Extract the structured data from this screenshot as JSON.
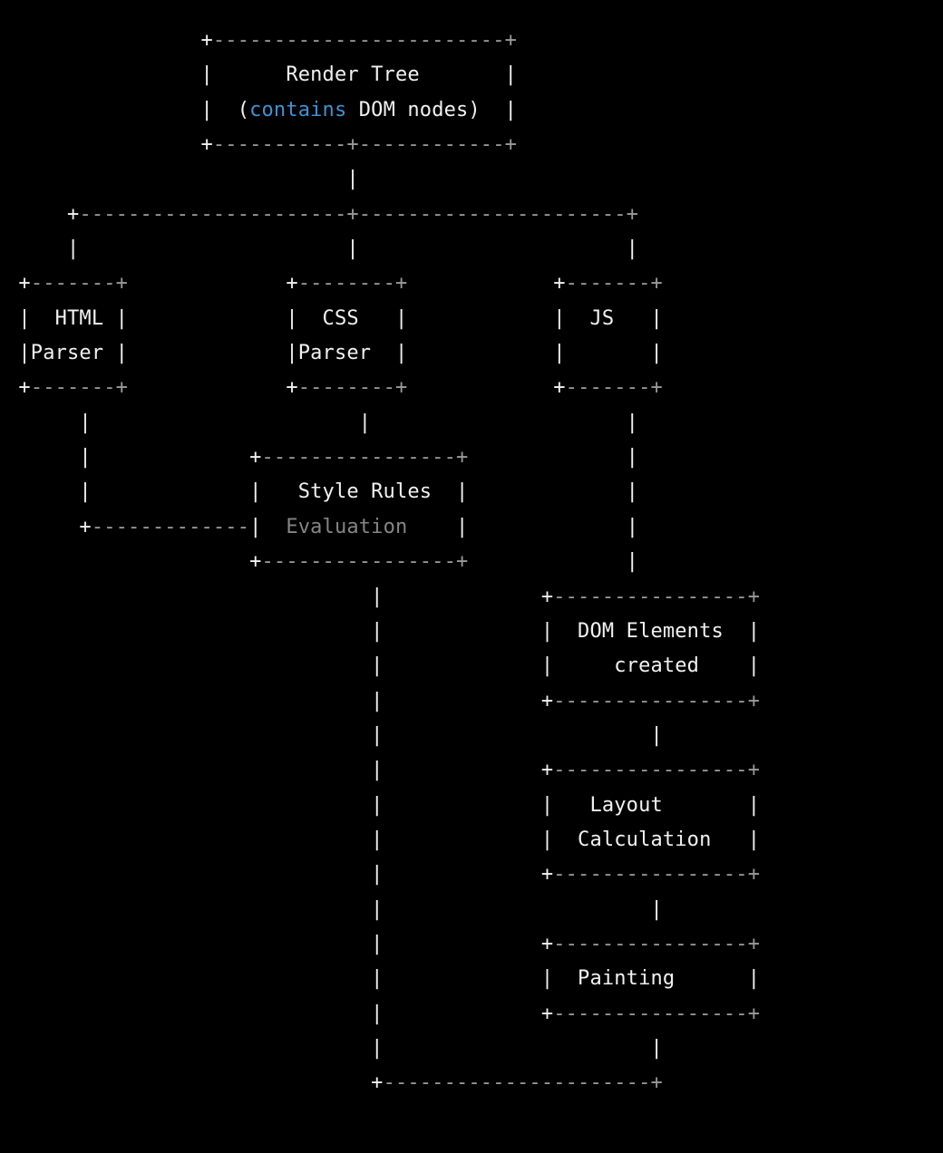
{
  "diagram": {
    "kind": "ascii-flowchart",
    "nodes": [
      "Render Tree (contains DOM nodes)",
      "HTML Parser",
      "CSS Parser",
      "JS",
      "Style Rules Evaluation",
      "DOM Elements created",
      "Layout Calculation",
      "Painting"
    ]
  },
  "ascii_art": {
    "colors": {
      "white": "#f1f1f1",
      "gray": "#9a9a9a",
      "dim": "#858585",
      "blue": "#3f92d2",
      "background": "#000000"
    },
    "lines": [
      [
        {
          "t": "                +",
          "c": "white"
        },
        {
          "t": "------------------------+",
          "c": "gray"
        }
      ],
      [
        {
          "t": "                |      Render Tree       |",
          "c": "white"
        }
      ],
      [
        {
          "t": "                |  (",
          "c": "white"
        },
        {
          "t": "contains",
          "c": "blue"
        },
        {
          "t": " DOM nodes)  |",
          "c": "white"
        }
      ],
      [
        {
          "t": "                +",
          "c": "white"
        },
        {
          "t": "-----------+------------+",
          "c": "gray"
        }
      ],
      [
        {
          "t": "                            |",
          "c": "white"
        }
      ],
      [
        {
          "t": "     +",
          "c": "white"
        },
        {
          "t": "----------------------+----------------------+",
          "c": "gray"
        }
      ],
      [
        {
          "t": "     |                      |                      |",
          "c": "white"
        }
      ],
      [
        {
          "t": " +",
          "c": "white"
        },
        {
          "t": "-------+",
          "c": "gray"
        },
        {
          "t": "             +",
          "c": "white"
        },
        {
          "t": "--------+",
          "c": "gray"
        },
        {
          "t": "            +",
          "c": "white"
        },
        {
          "t": "-------+",
          "c": "gray"
        }
      ],
      [
        {
          "t": " |  HTML |             |  CSS   |            |  JS   |",
          "c": "white"
        }
      ],
      [
        {
          "t": " |Parser |             |Parser  |            |       |",
          "c": "white"
        }
      ],
      [
        {
          "t": " +",
          "c": "white"
        },
        {
          "t": "-------+",
          "c": "gray"
        },
        {
          "t": "             +",
          "c": "white"
        },
        {
          "t": "--------+",
          "c": "gray"
        },
        {
          "t": "            +",
          "c": "white"
        },
        {
          "t": "-------+",
          "c": "gray"
        }
      ],
      [
        {
          "t": "      |                      |                     |",
          "c": "white"
        }
      ],
      [
        {
          "t": "      |             +",
          "c": "white"
        },
        {
          "t": "----------------+",
          "c": "gray"
        },
        {
          "t": "             |",
          "c": "white"
        }
      ],
      [
        {
          "t": "      |             |   Style Rules  |             |",
          "c": "white"
        }
      ],
      [
        {
          "t": "      +",
          "c": "white"
        },
        {
          "t": "-------------",
          "c": "gray"
        },
        {
          "t": "|  ",
          "c": "white"
        },
        {
          "t": "Evaluation",
          "c": "dim"
        },
        {
          "t": "    |             |",
          "c": "white"
        }
      ],
      [
        {
          "t": "                    +",
          "c": "white"
        },
        {
          "t": "----------------+",
          "c": "gray"
        },
        {
          "t": "             |",
          "c": "white"
        }
      ],
      [
        {
          "t": "                              |             +",
          "c": "white"
        },
        {
          "t": "----------------+",
          "c": "gray"
        }
      ],
      [
        {
          "t": "                              |             |  DOM Elements  |",
          "c": "white"
        }
      ],
      [
        {
          "t": "                              |             |     created    |",
          "c": "white"
        }
      ],
      [
        {
          "t": "                              |             +",
          "c": "white"
        },
        {
          "t": "----------------+",
          "c": "gray"
        }
      ],
      [
        {
          "t": "                              |                      |",
          "c": "white"
        }
      ],
      [
        {
          "t": "                              |             +",
          "c": "white"
        },
        {
          "t": "----------------+",
          "c": "gray"
        }
      ],
      [
        {
          "t": "                              |             |   Layout       |",
          "c": "white"
        }
      ],
      [
        {
          "t": "                              |             |  Calculation   |",
          "c": "white"
        }
      ],
      [
        {
          "t": "                              |             +",
          "c": "white"
        },
        {
          "t": "----------------+",
          "c": "gray"
        }
      ],
      [
        {
          "t": "                              |                      |",
          "c": "white"
        }
      ],
      [
        {
          "t": "                              |             +",
          "c": "white"
        },
        {
          "t": "----------------+",
          "c": "gray"
        }
      ],
      [
        {
          "t": "                              |             |  Painting      |",
          "c": "white"
        }
      ],
      [
        {
          "t": "                              |             +",
          "c": "white"
        },
        {
          "t": "----------------+",
          "c": "gray"
        }
      ],
      [
        {
          "t": "                              |                      |",
          "c": "white"
        }
      ],
      [
        {
          "t": "                              +",
          "c": "white"
        },
        {
          "t": "----------------------+",
          "c": "gray"
        }
      ]
    ]
  }
}
